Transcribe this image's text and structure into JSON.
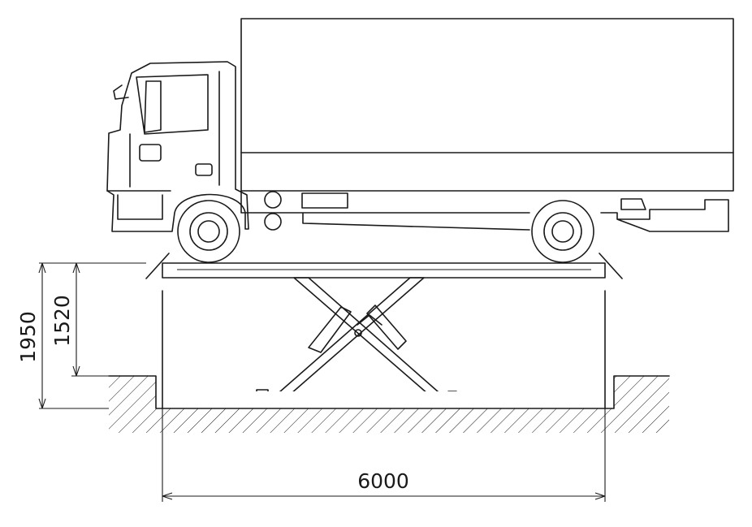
{
  "dimensions": {
    "total_height": "1950",
    "platform_height": "1520",
    "pit_length": "6000"
  }
}
